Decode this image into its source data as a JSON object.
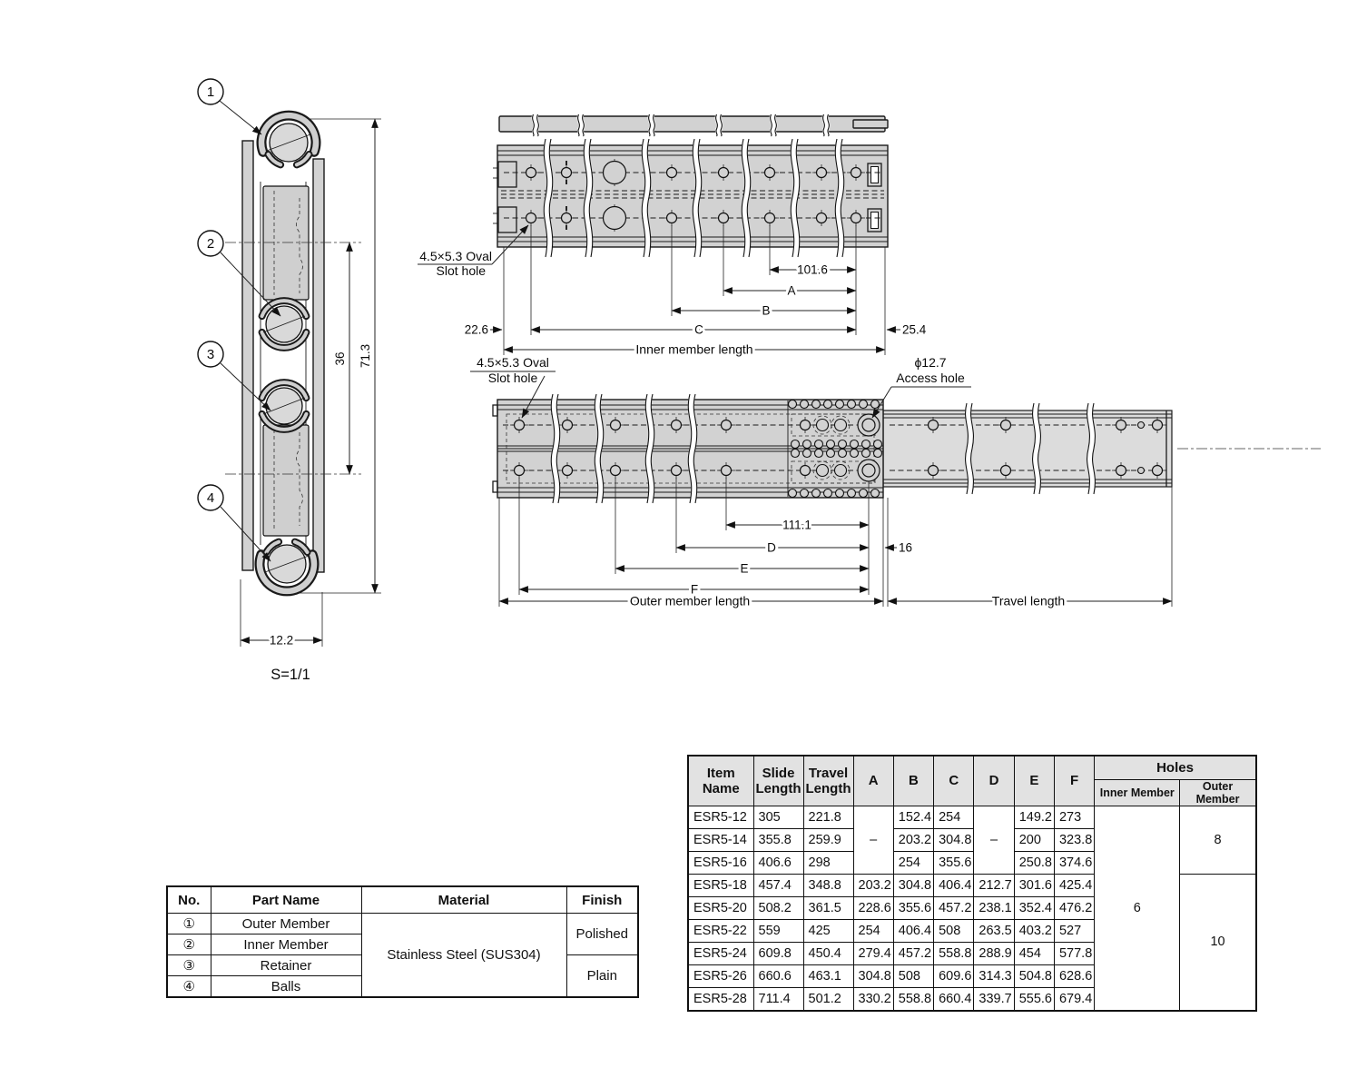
{
  "drawing": {
    "cross_section": {
      "callouts": [
        "1",
        "2",
        "3",
        "4"
      ],
      "dims": {
        "height": "71.3",
        "pitch": "36",
        "width": "12.2"
      },
      "scale": "S=1/1"
    },
    "inner_member_view": {
      "slot_note_line1": "4.5×5.3 Oval",
      "slot_note_line2": "Slot hole",
      "dims": {
        "hole_pitch": "101.6",
        "a": "A",
        "b": "B",
        "c": "C",
        "left_offset": "22.6",
        "right_offset": "25.4"
      },
      "length_label": "Inner member length"
    },
    "outer_member_view": {
      "slot_note_line1": "4.5×5.3 Oval",
      "slot_note_line2": "Slot hole",
      "access_note_line1": "ϕ12.7",
      "access_note_line2": "Access hole",
      "dims": {
        "hole_pitch": "111.1",
        "d": "D",
        "e": "E",
        "f": "F",
        "end_offset": "16"
      },
      "outer_length_label": "Outer member length",
      "travel_length_label": "Travel length"
    }
  },
  "parts_table": {
    "headers": {
      "no": "No.",
      "part_name": "Part Name",
      "material": "Material",
      "finish": "Finish"
    },
    "rows": [
      {
        "no": "①",
        "name": "Outer Member"
      },
      {
        "no": "②",
        "name": "Inner Member"
      },
      {
        "no": "③",
        "name": "Retainer"
      },
      {
        "no": "④",
        "name": "Balls"
      }
    ],
    "material": "Stainless Steel (SUS304)",
    "finishes": {
      "polished": "Polished",
      "plain": "Plain"
    }
  },
  "spec_table": {
    "headers": {
      "item_l1": "Item",
      "item_l2": "Name",
      "slide_l1": "Slide",
      "slide_l2": "Length",
      "travel_l1": "Travel",
      "travel_l2": "Length",
      "a": "A",
      "b": "B",
      "c": "C",
      "d": "D",
      "e": "E",
      "f": "F",
      "holes": "Holes",
      "inner_member": "Inner Member",
      "outer_member": "Outer Member"
    },
    "merged": {
      "a_na": "–",
      "d_na": "–",
      "inner_holes": "6",
      "outer_holes_small": "8",
      "outer_holes_large": "10"
    },
    "rows": [
      {
        "name": "ESR5-12",
        "slide": "305",
        "travel": "221.8",
        "a": "",
        "b": "152.4",
        "c": "254",
        "d": "",
        "e": "149.2",
        "f": "273"
      },
      {
        "name": "ESR5-14",
        "slide": "355.8",
        "travel": "259.9",
        "a": "",
        "b": "203.2",
        "c": "304.8",
        "d": "",
        "e": "200",
        "f": "323.8"
      },
      {
        "name": "ESR5-16",
        "slide": "406.6",
        "travel": "298",
        "a": "",
        "b": "254",
        "c": "355.6",
        "d": "",
        "e": "250.8",
        "f": "374.6"
      },
      {
        "name": "ESR5-18",
        "slide": "457.4",
        "travel": "348.8",
        "a": "203.2",
        "b": "304.8",
        "c": "406.4",
        "d": "212.7",
        "e": "301.6",
        "f": "425.4"
      },
      {
        "name": "ESR5-20",
        "slide": "508.2",
        "travel": "361.5",
        "a": "228.6",
        "b": "355.6",
        "c": "457.2",
        "d": "238.1",
        "e": "352.4",
        "f": "476.2"
      },
      {
        "name": "ESR5-22",
        "slide": "559",
        "travel": "425",
        "a": "254",
        "b": "406.4",
        "c": "508",
        "d": "263.5",
        "e": "403.2",
        "f": "527"
      },
      {
        "name": "ESR5-24",
        "slide": "609.8",
        "travel": "450.4",
        "a": "279.4",
        "b": "457.2",
        "c": "558.8",
        "d": "288.9",
        "e": "454",
        "f": "577.8"
      },
      {
        "name": "ESR5-26",
        "slide": "660.6",
        "travel": "463.1",
        "a": "304.8",
        "b": "508",
        "c": "609.6",
        "d": "314.3",
        "e": "504.8",
        "f": "628.6"
      },
      {
        "name": "ESR5-28",
        "slide": "711.4",
        "travel": "501.2",
        "a": "330.2",
        "b": "558.8",
        "c": "660.4",
        "d": "339.7",
        "e": "555.6",
        "f": "679.4"
      }
    ]
  }
}
